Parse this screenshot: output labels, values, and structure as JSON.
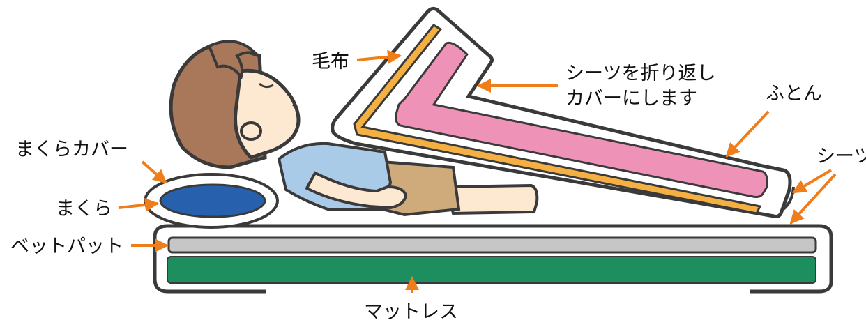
{
  "labels": {
    "blanket": "毛布",
    "sheet_fold_line1": "シーツを折り返し",
    "sheet_fold_line2": "カバーにします",
    "futon": "ふとん",
    "sheet": "シーツ",
    "pillow_cover": "まくらカバー",
    "pillow": "まくら",
    "bed_pad": "ベットパット",
    "mattress": "マットレス"
  },
  "colors": {
    "outline": "#3a3a3a",
    "arrow": "#ee7d1a",
    "blanket": "#f4b042",
    "futon": "#ef92b8",
    "pillow": "#2760ad",
    "bed_pad": "#c6c6c6",
    "mattress": "#1d8e5d",
    "hair": "#a9785a",
    "skin": "#fde9d2",
    "shirt": "#a9cbe8",
    "shorts": "#cfaa7b"
  }
}
